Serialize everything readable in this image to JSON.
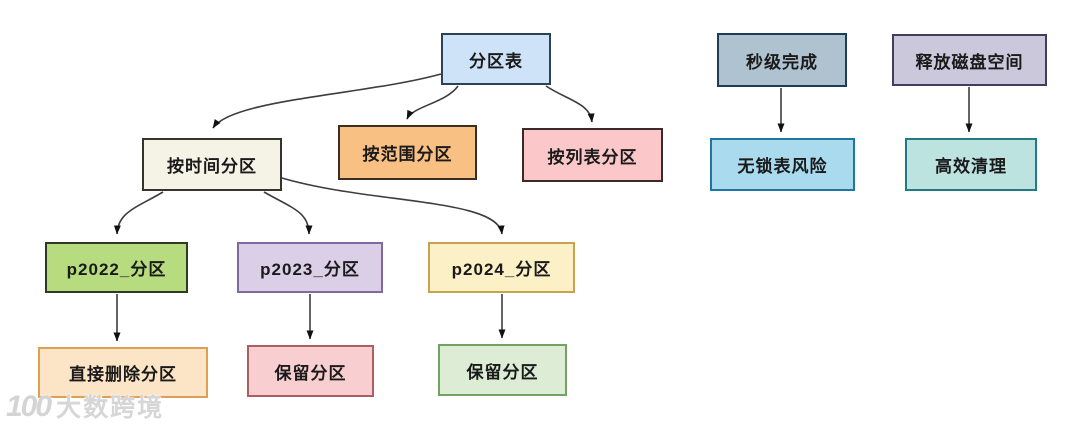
{
  "diagram": {
    "nodes": {
      "partition_table": {
        "label": "分区表",
        "fill": "#cfe3f8",
        "border": "#2e4257"
      },
      "by_time": {
        "label": "按时间分区",
        "fill": "#f5f2e6",
        "border": "#35332c"
      },
      "by_range": {
        "label": "按范围分区",
        "fill": "#f9c083",
        "border": "#3a2f22"
      },
      "by_list": {
        "label": "按列表分区",
        "fill": "#fbc7c9",
        "border": "#3a2a2b"
      },
      "p2022": {
        "label": "p2022_分区",
        "fill": "#b7dc80",
        "border": "#2f3a22"
      },
      "p2023": {
        "label": "p2023_分区",
        "fill": "#dbcfe7",
        "border": "#80699c"
      },
      "p2024": {
        "label": "p2024_分区",
        "fill": "#fcf0c6",
        "border": "#c9a24f"
      },
      "drop_partition": {
        "label": "直接删除分区",
        "fill": "#fce4c6",
        "border": "#dc9f54"
      },
      "keep_partition_a": {
        "label": "保留分区",
        "fill": "#f8ced1",
        "border": "#aa5f63"
      },
      "keep_partition_b": {
        "label": "保留分区",
        "fill": "#dcecd5",
        "border": "#74a262"
      },
      "seconds_done": {
        "label": "秒级完成",
        "fill": "#afc2cf",
        "border": "#1d3c58"
      },
      "no_lock_risk": {
        "label": "无锁表风险",
        "fill": "#a9daee",
        "border": "#1f76a3"
      },
      "free_disk_space": {
        "label": "释放磁盘空间",
        "fill": "#cbc8dc",
        "border": "#413d60"
      },
      "efficient_clean": {
        "label": "高效清理",
        "fill": "#bde3e0",
        "border": "#217c82"
      }
    },
    "edges": [
      {
        "from": "partition_table",
        "to": "by_time"
      },
      {
        "from": "partition_table",
        "to": "by_range"
      },
      {
        "from": "partition_table",
        "to": "by_list"
      },
      {
        "from": "by_time",
        "to": "p2022"
      },
      {
        "from": "by_time",
        "to": "p2023"
      },
      {
        "from": "by_time",
        "to": "p2024"
      },
      {
        "from": "p2022",
        "to": "drop_partition"
      },
      {
        "from": "p2023",
        "to": "keep_partition_a"
      },
      {
        "from": "p2024",
        "to": "keep_partition_b"
      },
      {
        "from": "seconds_done",
        "to": "no_lock_risk"
      },
      {
        "from": "free_disk_space",
        "to": "efficient_clean"
      }
    ],
    "watermark": {
      "logo": "100",
      "text": "大数跨境"
    }
  }
}
